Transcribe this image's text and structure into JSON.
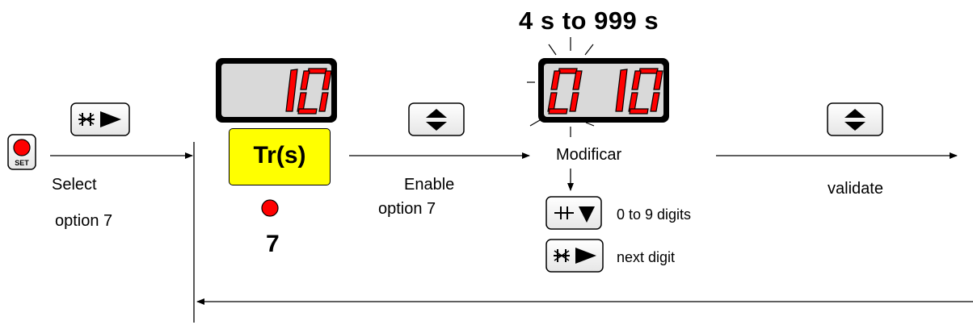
{
  "range_label": "4 s  to  999 s",
  "left": {
    "set_key": "SET",
    "select_label_line1": "Select",
    "select_label_line2": "option 7"
  },
  "display1": {
    "digits": "10"
  },
  "mode": {
    "label": "Tr(s)",
    "option_number": "7"
  },
  "enable": {
    "line1": "Enable",
    "line2": "option 7"
  },
  "display2": {
    "digits": "0 10",
    "state": "blinking"
  },
  "modify": {
    "label": "Modificar",
    "digits_hint": "0 to 9 digits",
    "next_hint": "next digit"
  },
  "validate_label": "validate",
  "colors": {
    "led": "#ff0000",
    "segment": "#ff0000",
    "display_bg": "#d9d9d9",
    "mode_bg": "#ffff00"
  },
  "icons": [
    "set-key-icon",
    "right-arrow-key-icon",
    "up-down-key-icon",
    "down-key-icon",
    "led-icon"
  ]
}
